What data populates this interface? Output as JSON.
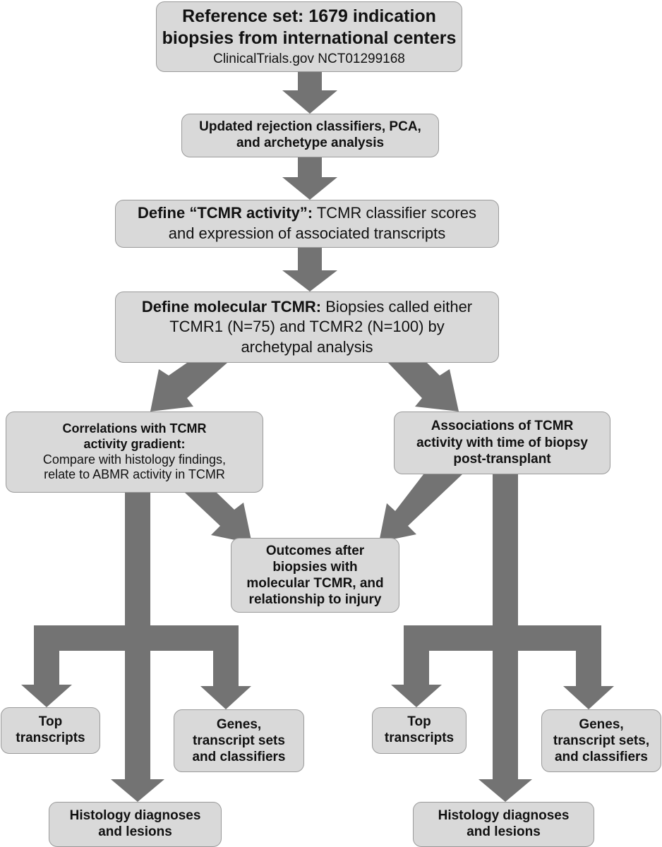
{
  "colors": {
    "arrow": "#737373",
    "box_fill": "#d9d9d9",
    "box_border": "#9a9a9a"
  },
  "boxes": {
    "reference": {
      "title_line1": "Reference set: 1679 indication",
      "title_line2": "biopsies from international centers",
      "subtitle": "ClinicalTrials.gov NCT01299168"
    },
    "classifiers": {
      "line1": "Updated rejection classifiers, PCA,",
      "line2": "and archetype analysis"
    },
    "tcmr_activity": {
      "bold": "Define “TCMR activity”:",
      "text1": " TCMR classifier scores",
      "text2": "and expression of associated transcripts"
    },
    "molecular_tcmr": {
      "bold": "Define molecular TCMR:",
      "text1": " Biopsies called either",
      "text2": "TCMR1 (N=75) and TCMR2 (N=100) by",
      "text3": "archetypal analysis"
    },
    "correlations": {
      "bold1": "Correlations with TCMR",
      "bold2": "activity gradient:",
      "text1": "Compare with histology findings,",
      "text2": "relate to ABMR activity in TCMR"
    },
    "associations": {
      "line1": "Associations of TCMR",
      "line2": "activity with time of biopsy",
      "line3": "post-transplant"
    },
    "outcomes": {
      "line1": "Outcomes after",
      "line2": "biopsies with",
      "line3": "molecular TCMR, and",
      "line4": "relationship to injury"
    },
    "top_left": {
      "line1": "Top",
      "line2": "transcripts"
    },
    "genes_left": {
      "line1": "Genes,",
      "line2": "transcript sets",
      "line3": "and classifiers"
    },
    "top_right": {
      "line1": "Top",
      "line2": "transcripts"
    },
    "genes_right": {
      "line1": "Genes,",
      "line2": "transcript sets,",
      "line3": "and classifiers"
    },
    "histology_left": {
      "line1": "Histology diagnoses",
      "line2": "and lesions"
    },
    "histology_right": {
      "line1": "Histology diagnoses",
      "line2": "and lesions"
    }
  }
}
